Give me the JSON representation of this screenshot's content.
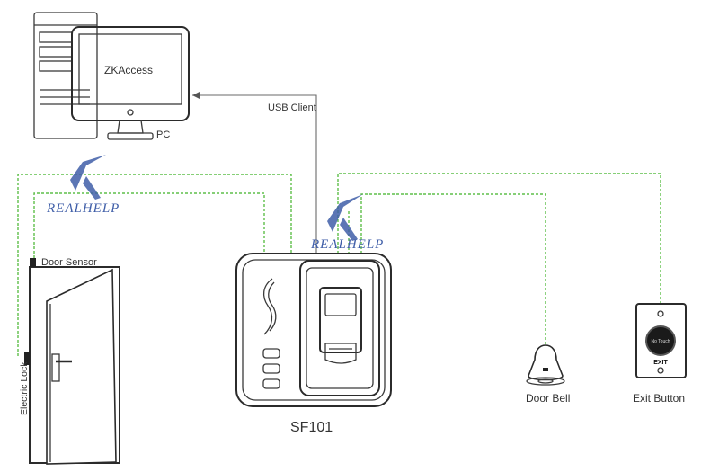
{
  "pc": {
    "screen_app": "ZKAccess",
    "label": "PC"
  },
  "link": {
    "usb_label": "USB Client"
  },
  "door": {
    "sensor_label": "Door Sensor",
    "lock_label": "Electric Lock"
  },
  "device": {
    "model": "SF101"
  },
  "bell": {
    "label": "Door Bell"
  },
  "exit": {
    "label": "Exit Button",
    "face_text": "No Touch",
    "plate_text": "EXIT"
  },
  "watermark": {
    "text": "REALHELP"
  },
  "colors": {
    "wire": "#5fbf4a",
    "outline": "#2b2b2b",
    "watermark": "#3f5ea8",
    "exit_face": "#1a1a1a"
  },
  "icons": [
    "desktop-pc-icon",
    "door-icon",
    "fingerprint-terminal-icon",
    "door-bell-icon",
    "exit-button-icon",
    "watermark-logo-icon"
  ]
}
